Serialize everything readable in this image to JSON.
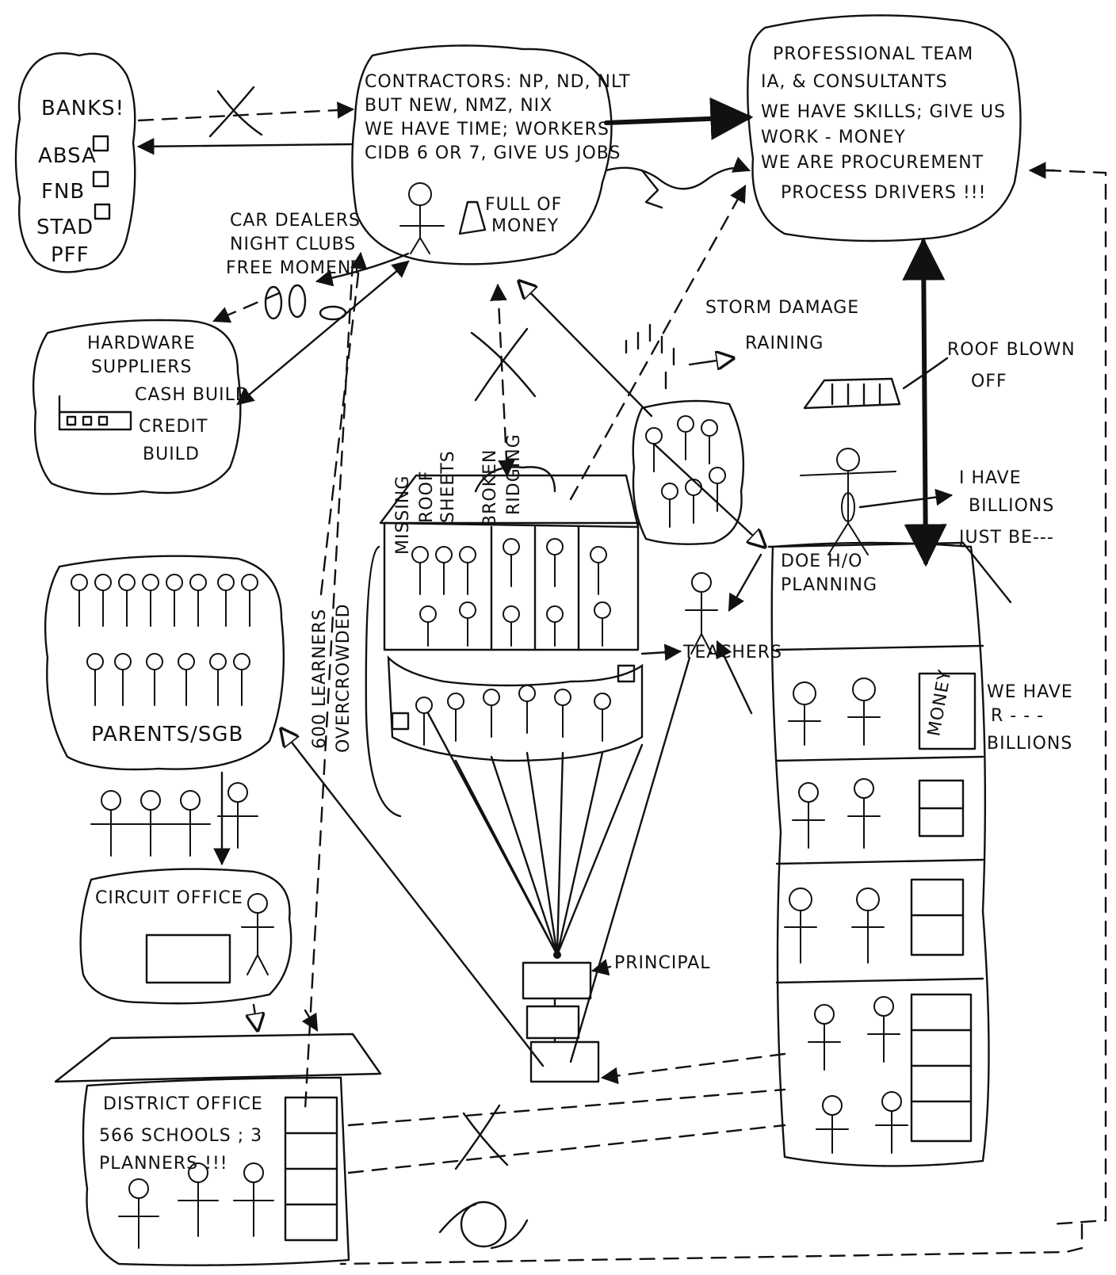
{
  "banks": {
    "title": "BANKS!",
    "items": [
      "ABSA",
      "FNB",
      "STAD",
      "PFF"
    ]
  },
  "contractors": {
    "lines": [
      "CONTRACTORS: NP, ND, NLT",
      "BUT NEW, NMZ, NIX",
      "WE HAVE TIME; WORKERS",
      "CIDB 6 OR 7, GIVE US JOBS"
    ],
    "money_label": [
      "FULL OF",
      "MONEY"
    ]
  },
  "professional_team": {
    "lines": [
      "PROFESSIONAL TEAM",
      "IA, & CONSULTANTS",
      "WE HAVE SKILLS; GIVE US",
      "WORK - MONEY",
      "WE ARE PROCUREMENT",
      "PROCESS DRIVERS !!!"
    ]
  },
  "car_dealers": {
    "lines": [
      "CAR DEALERS",
      "NIGHT CLUBS",
      "FREE MOMENT"
    ]
  },
  "hardware": {
    "lines": [
      "HARDWARE",
      "SUPPLIERS",
      "CASH BUILD",
      "CREDIT",
      "BUILD"
    ]
  },
  "storm": {
    "damage": "STORM DAMAGE",
    "raining": "RAINING"
  },
  "roof_blown": [
    "ROOF BLOWN",
    "OFF"
  ],
  "billions": {
    "lines": [
      "I HAVE",
      "BILLIONS",
      "JUST BE---"
    ]
  },
  "school_labels": {
    "missing": [
      "MISSING",
      "ROOF",
      "SHEETS"
    ],
    "broken": [
      "BROKEN",
      "RIDGING"
    ],
    "overcrowded": [
      "600 LEARNERS",
      "OVERCROWDED"
    ]
  },
  "parents": "PARENTS/SGB",
  "teachers": "TEACHERS",
  "principal": "PRINCIPAL",
  "circuit_office": "CIRCUIT OFFICE",
  "district_office": {
    "lines": [
      "DISTRICT OFFICE",
      "566 SCHOOLS ; 3",
      "PLANNERS !!!"
    ]
  },
  "doe": {
    "lines": [
      "DOE H/O",
      "PLANNING"
    ],
    "money_label": "MONEY",
    "we_have": [
      "WE HAVE",
      "R - - -",
      "BILLIONS"
    ]
  }
}
